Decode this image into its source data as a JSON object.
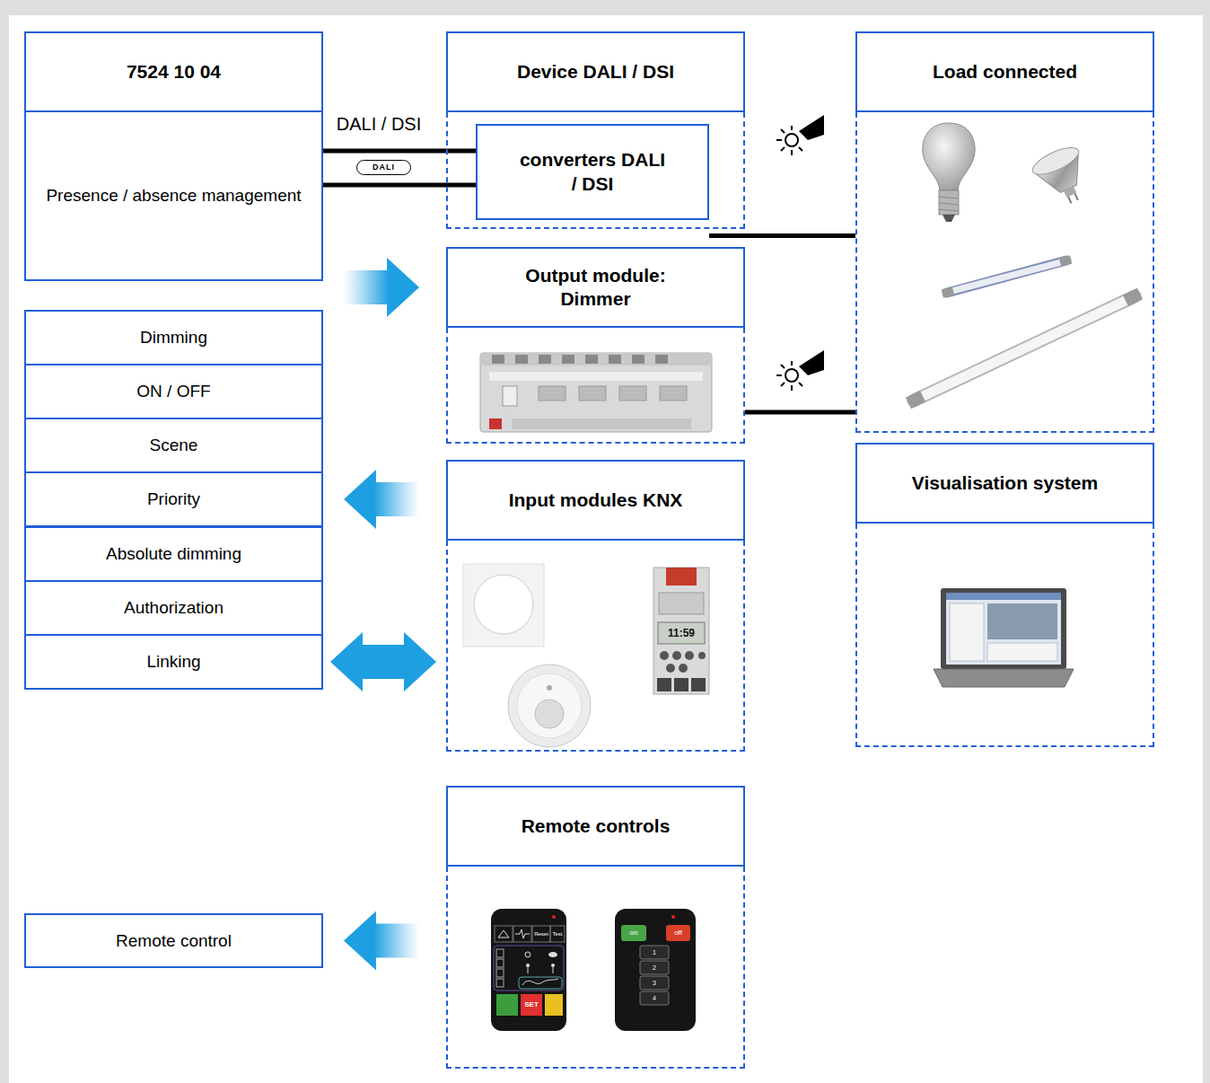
{
  "diagram": {
    "nodes": [
      {
        "text": [
          "7524 10 04",
          "Presence / absence management"
        ]
      },
      {
        "text": [
          "Dimming"
        ]
      },
      {
        "text": [
          "ON / OFF"
        ]
      },
      {
        "text": [
          "Scene"
        ]
      },
      {
        "text": [
          "Priority"
        ]
      },
      {
        "text": [
          "Absolute dimming"
        ]
      },
      {
        "text": [
          "Authorization"
        ]
      },
      {
        "text": [
          "Linking"
        ]
      },
      {
        "text": [
          "Remote control"
        ]
      },
      {
        "text": [
          "Device DALI / DSI"
        ]
      },
      {
        "text": [
          "converters DALI / DSI"
        ],
        "in": 9
      },
      {
        "text": [
          "Output module: Dimmer"
        ]
      },
      {
        "text": [
          "Input modules KNX"
        ]
      },
      {
        "text": [
          "Remote controls"
        ]
      },
      {
        "text": [
          "Load connected"
        ]
      },
      {
        "text": [
          "Visualisation system"
        ]
      }
    ],
    "edges": [
      {
        "from": 0,
        "to": 10,
        "label": "DALI / DSI",
        "arrow": "none"
      },
      {
        "from": 10,
        "to": 14,
        "arrow": "none"
      },
      {
        "from": 11,
        "to": 14,
        "arrow": "none"
      },
      {
        "from": 0,
        "to": 11,
        "arrow": "to"
      },
      {
        "from": 12,
        "to": 4,
        "arrow": "to"
      },
      {
        "from": 7,
        "to": 12,
        "arrow": "both"
      },
      {
        "from": 13,
        "to": 8,
        "arrow": "to"
      }
    ],
    "labels": [
      "DALI",
      "Reset",
      "Test",
      "SET",
      "on",
      "off",
      "1",
      "2",
      "3",
      "4",
      "11:59"
    ]
  }
}
